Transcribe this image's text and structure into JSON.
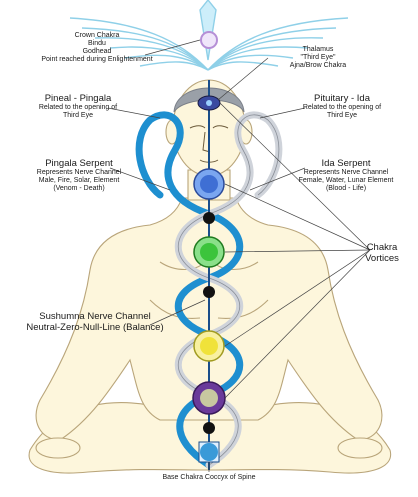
{
  "labels": {
    "crown": [
      "Crown Chakra",
      "Bindu",
      "Godhead",
      "Point reached during Enlightenment"
    ],
    "thalamus": [
      "Thalamus",
      "\"Third Eye\"",
      "Ajna/Brow Chakra"
    ],
    "pineal_title": "Pineal - Pingala",
    "pineal_desc": [
      "Related to the opening of",
      "Third Eye"
    ],
    "pituitary_title": "Pituitary - Ida",
    "pituitary_desc": [
      "Related to the opening of",
      "Third Eye"
    ],
    "pingala_title": "Pingala Serpent",
    "pingala_desc": [
      "Represents Nerve Channel",
      "Male, Fire, Solar, Element",
      "(Venom - Death)"
    ],
    "ida_title": "Ida Serpent",
    "ida_desc": [
      "Represents Nerve Channel",
      "Female, Water, Lunar Element",
      "(Blood - Life)"
    ],
    "chakra_vortices": [
      "Chakra",
      "Vortices"
    ],
    "sushumna": [
      "Sushumna Nerve Channel",
      "Neutral-Zero-Null-Line (Balance)"
    ],
    "base": "Base Chakra Coccyx of Spine"
  },
  "colors": {
    "body_fill": "#fdf6dc",
    "body_stroke": "#b9a57a",
    "pingala": "#1e8fd0",
    "ida": "#cfd3da",
    "wings": "#8fd0e8",
    "crown_chakra": "#b58fd6",
    "third_eye": "#3a4aa0",
    "throat_chakra": "#3f6fd4",
    "heart_chakra": "#3cc43c",
    "solar_chakra": "#f0e23a",
    "sacral_chakra": "#a07ad0",
    "root_chakra": "#3a9ad8",
    "node": "#111111"
  },
  "chakras": [
    {
      "name": "crown",
      "color": "#b58fd6"
    },
    {
      "name": "third-eye",
      "color": "#3a4aa0"
    },
    {
      "name": "throat",
      "color": "#3f6fd4"
    },
    {
      "name": "heart",
      "color": "#3cc43c"
    },
    {
      "name": "solar-plexus",
      "color": "#f0e23a"
    },
    {
      "name": "sacral",
      "color": "#a07ad0"
    },
    {
      "name": "root",
      "color": "#3a9ad8"
    }
  ]
}
